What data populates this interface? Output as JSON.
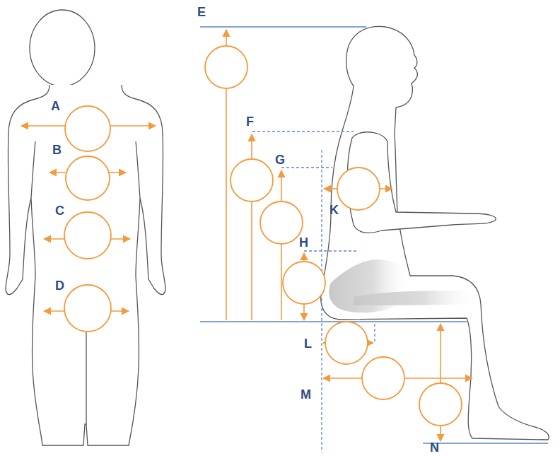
{
  "diagram": {
    "labels": [
      "A",
      "B",
      "C",
      "D",
      "E",
      "F",
      "G",
      "H",
      "K",
      "L",
      "M",
      "N"
    ]
  }
}
